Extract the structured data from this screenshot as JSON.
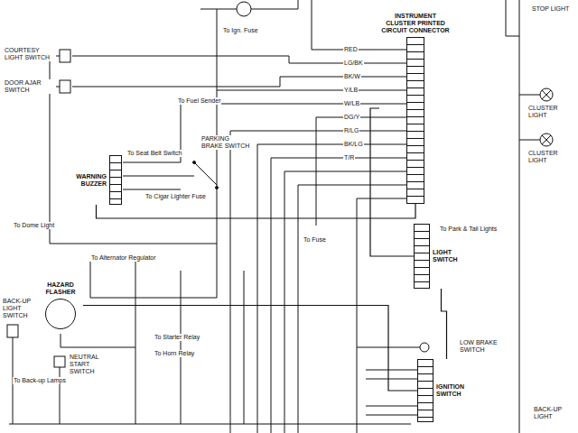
{
  "diagram": {
    "nodes": [
      {
        "text": [
          "INSTRUMENT CLUSTER PRINTED CIRCUIT CONNECTOR"
        ]
      },
      {
        "text": [
          "WARNING BUZZER"
        ]
      },
      {
        "text": [
          "LIGHT SWITCH"
        ]
      },
      {
        "text": [
          "HAZARD FLASHER"
        ]
      },
      {
        "text": [
          "IGNITION SWITCH"
        ]
      }
    ],
    "edges": [
      {
        "from": 1,
        "to": 0,
        "arrow": "none"
      },
      {
        "from": 2,
        "to": 0,
        "arrow": "none"
      },
      {
        "from": 3,
        "to": 4,
        "arrow": "none"
      },
      {
        "from": 2,
        "to": 4,
        "arrow": "none"
      }
    ],
    "labels": [
      "To Ign. Fuse",
      "COURTESY LIGHT SWITCH",
      "DOOR AJAR SWITCH",
      "To Fuel Sender",
      "RED",
      "LG/BK",
      "BK/W",
      "Y/LB",
      "W/LB",
      "DG/Y",
      "R/LG",
      "BK/LG",
      "T/R",
      "PARKING BRAKE SWITCH",
      "To Seat Belt Switch",
      "To Cigar Lighter Fuse",
      "To Dome Light",
      "To Alternator Regulator",
      "To Park & Tail Lights",
      "To Fuse",
      "CLUSTER LIGHT",
      "CLUSTER LIGHT",
      "BACK-UP LIGHT SWITCH",
      "NEUTRAL START SWITCH",
      "To Back-up Lamps",
      "To Starter Relay",
      "To Horn Relay",
      "LOW BRAKE SWITCH",
      "BACK-UP LIGHT",
      "STOP LIGHT"
    ]
  }
}
